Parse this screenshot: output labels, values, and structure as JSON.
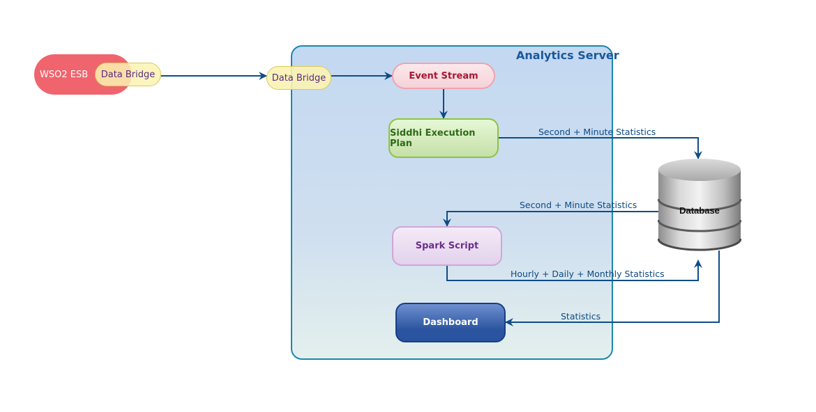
{
  "container": {
    "title": "Analytics Server"
  },
  "external": {
    "esb_label": "WSO2 ESB",
    "esb_bridge_label": "Data Bridge"
  },
  "nodes": {
    "receiver_bridge": "Data Bridge",
    "event_stream": "Event Stream",
    "siddhi_plan": "Siddhi Execution Plan",
    "spark_script": "Spark Script",
    "dashboard": "Dashboard",
    "database": "Database"
  },
  "edges": {
    "siddhi_to_db": "Second + Minute Statistics",
    "db_to_spark": "Second + Minute Statistics",
    "spark_to_db": "Hourly + Daily + Monthly Statistics",
    "db_to_dashboard": "Statistics"
  },
  "colors": {
    "arrow": "#0f4c86",
    "container_border": "#1b87ad",
    "esb": "#f0646e",
    "bridge": "#fbf3b2",
    "event_stream_text": "#a51830",
    "siddhi_text": "#2f6b18",
    "spark_text": "#6a2f8c",
    "dashboard": "#2a54a0"
  }
}
